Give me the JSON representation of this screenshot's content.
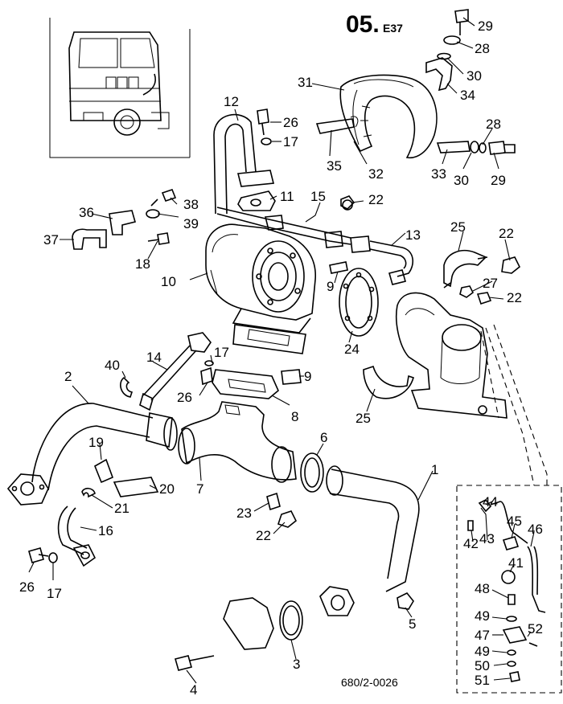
{
  "header": {
    "section_code": "05.",
    "section_suffix": "E37"
  },
  "footer": {
    "drawing_number": "680/2-0026"
  },
  "callouts": [
    "1",
    "2",
    "3",
    "4",
    "5",
    "7",
    "8",
    "9",
    "9",
    "10",
    "11",
    "12",
    "13",
    "14",
    "15",
    "16",
    "17",
    "17",
    "17",
    "18",
    "19",
    "20",
    "21",
    "22",
    "22",
    "22",
    "22",
    "23",
    "24",
    "25",
    "25",
    "26",
    "26",
    "26",
    "27",
    "28",
    "28",
    "29",
    "29",
    "30",
    "30",
    "31",
    "32",
    "33",
    "34",
    "35",
    "36",
    "37",
    "38",
    "39",
    "40",
    "41",
    "42",
    "43",
    "44",
    "45",
    "46",
    "47",
    "48",
    "49",
    "49",
    "50",
    "51",
    "52",
    "6"
  ]
}
